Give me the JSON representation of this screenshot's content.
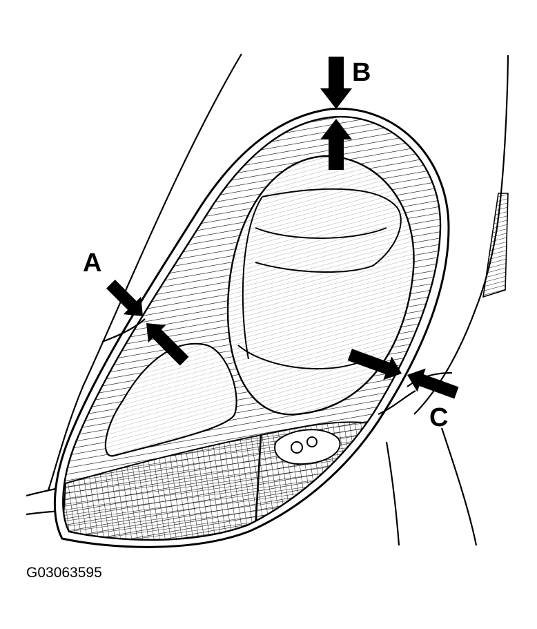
{
  "figure": {
    "callouts": {
      "a": "A",
      "b": "B",
      "c": "C"
    },
    "id": "G03063595"
  }
}
